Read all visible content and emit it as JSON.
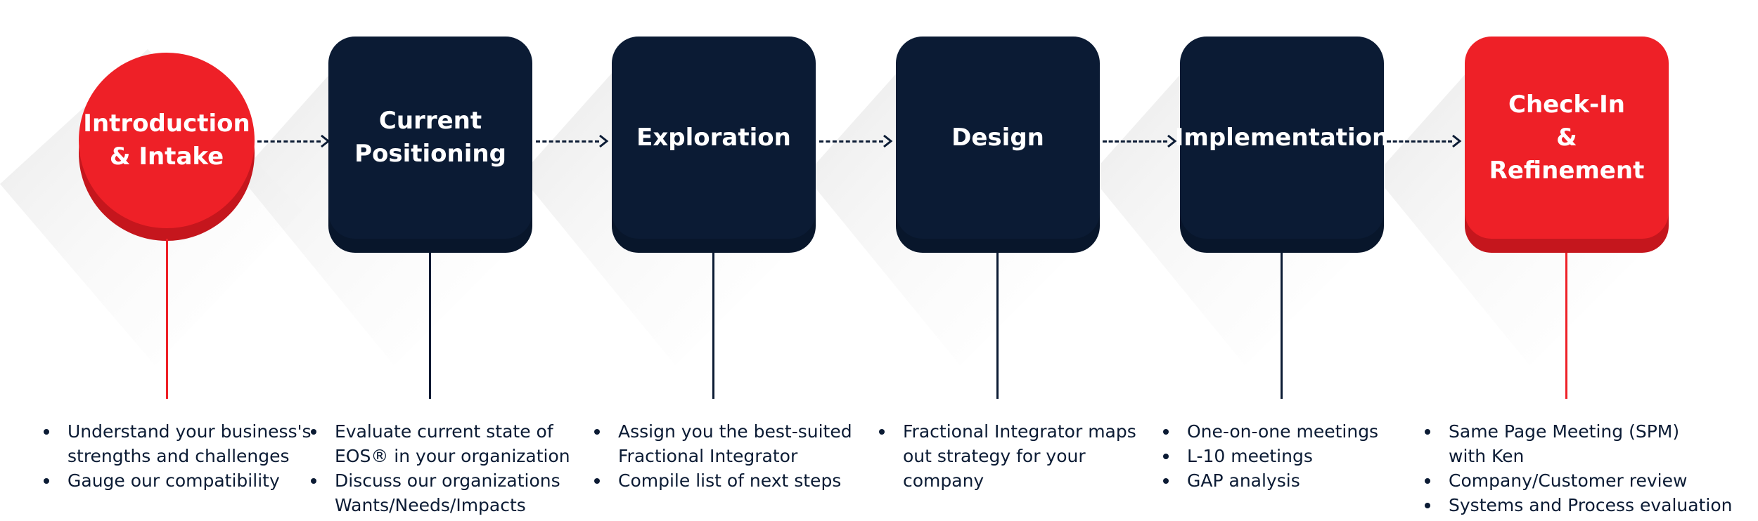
{
  "colors": {
    "navy": "#0b1b34",
    "red": "#ee2027",
    "shadow": "#ececec"
  },
  "steps": [
    {
      "title": "Introduction\n& Intake",
      "shape": "circle",
      "color": "red",
      "bullets": [
        "Understand your business's\nstrengths and challenges",
        "Gauge our compatibility"
      ]
    },
    {
      "title": "Current\nPositioning",
      "shape": "square",
      "color": "navy",
      "bullets": [
        "Evaluate current state of\nEOS® in your organization",
        "Discuss our organizations\nWants/Needs/Impacts"
      ]
    },
    {
      "title": "Exploration",
      "shape": "square",
      "color": "navy",
      "bullets": [
        "Assign you the best-suited\nFractional Integrator",
        "Compile list of next steps"
      ]
    },
    {
      "title": "Design",
      "shape": "square",
      "color": "navy",
      "bullets": [
        "Fractional Integrator maps\nout strategy for your\ncompany"
      ]
    },
    {
      "title": "Implementation",
      "shape": "square",
      "color": "navy",
      "bullets": [
        "One-on-one meetings",
        "L-10 meetings",
        "GAP analysis"
      ]
    },
    {
      "title": "Check-In\n& Refinement",
      "shape": "square",
      "color": "red",
      "bullets": [
        "Same Page Meeting (SPM)\nwith Ken",
        "Company/Customer review",
        "Systems and Process evaluation"
      ]
    }
  ]
}
